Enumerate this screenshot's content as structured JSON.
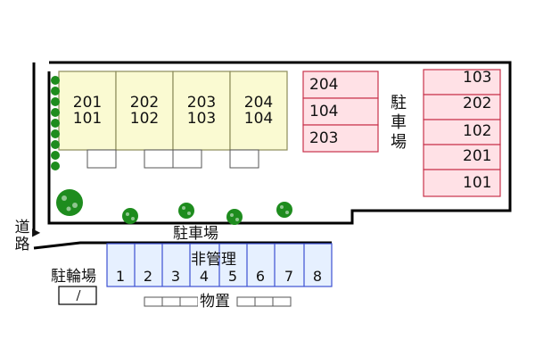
{
  "colors": {
    "building_fill": "#fafad2",
    "building_stroke": "#8c8c5a",
    "parking_fill": "#ffe1e6",
    "parking_stroke": "#c8324b",
    "bike_fill": "#e6f0ff",
    "bike_stroke": "#3c50d2",
    "tree": "#1e8c1e",
    "outline": "#000000"
  },
  "building_units": [
    {
      "upper": "201",
      "lower": "101"
    },
    {
      "upper": "202",
      "lower": "102"
    },
    {
      "upper": "203",
      "lower": "103"
    },
    {
      "upper": "204",
      "lower": "104"
    }
  ],
  "parking_middle": [
    "204",
    "104",
    "203"
  ],
  "parking_middle_label": "駐\n車\n場",
  "parking_right": [
    "103",
    "202",
    "102",
    "201",
    "101"
  ],
  "road_label": "道\n路",
  "road_arrow": "▶",
  "parking_lot_label": "駐車場",
  "unmanaged_label": "非管理",
  "bike_spaces": [
    "1",
    "2",
    "3",
    "4",
    "5",
    "6",
    "7",
    "8"
  ],
  "bike_parking_label": "駐輪場",
  "storage_label": "物置",
  "icons": [
    "tree-icon",
    "shrub-icon",
    "arrow-right-icon"
  ]
}
